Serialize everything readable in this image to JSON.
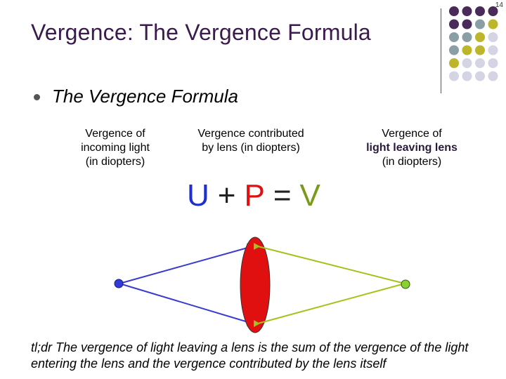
{
  "slide_number": "14",
  "title": "Vergence: The Vergence Formula",
  "bullet": "The Vergence Formula",
  "labels": {
    "incoming": [
      "Vergence of",
      "incoming light",
      "(in diopters)"
    ],
    "lens": [
      "Vergence contributed",
      "by lens (in diopters)"
    ],
    "leaving": [
      "Vergence of",
      "light leaving lens",
      "(in diopters)"
    ]
  },
  "formula": {
    "u": "U",
    "plus": "+",
    "p": "P",
    "equals": "=",
    "v": "V"
  },
  "tldr": "tl;dr The vergence of light leaving a lens is the sum of the vergence of the light entering the lens and the vergence contributed by the lens itself",
  "colors": {
    "title": "#3b1a4e",
    "incoming_ray": "#3a3ad0",
    "leaving_ray": "#a4c21a",
    "lens": "#e01010",
    "dot_purple": "#4a2a58",
    "dot_slate": "#8a9ea6",
    "dot_olive": "#bdb52a",
    "dot_lavender": "#d4d4e4"
  },
  "decor_dot_grid": [
    [
      "dot_purple",
      "dot_purple",
      "dot_purple",
      "dot_purple"
    ],
    [
      "dot_purple",
      "dot_purple",
      "dot_slate",
      "dot_olive"
    ],
    [
      "dot_slate",
      "dot_slate",
      "dot_olive",
      "dot_lavender"
    ],
    [
      "dot_slate",
      "dot_olive",
      "dot_olive",
      "dot_lavender"
    ],
    [
      "dot_olive",
      "dot_lavender",
      "dot_lavender",
      "dot_lavender"
    ],
    [
      "dot_lavender",
      "dot_lavender",
      "dot_lavender",
      "dot_lavender"
    ]
  ]
}
